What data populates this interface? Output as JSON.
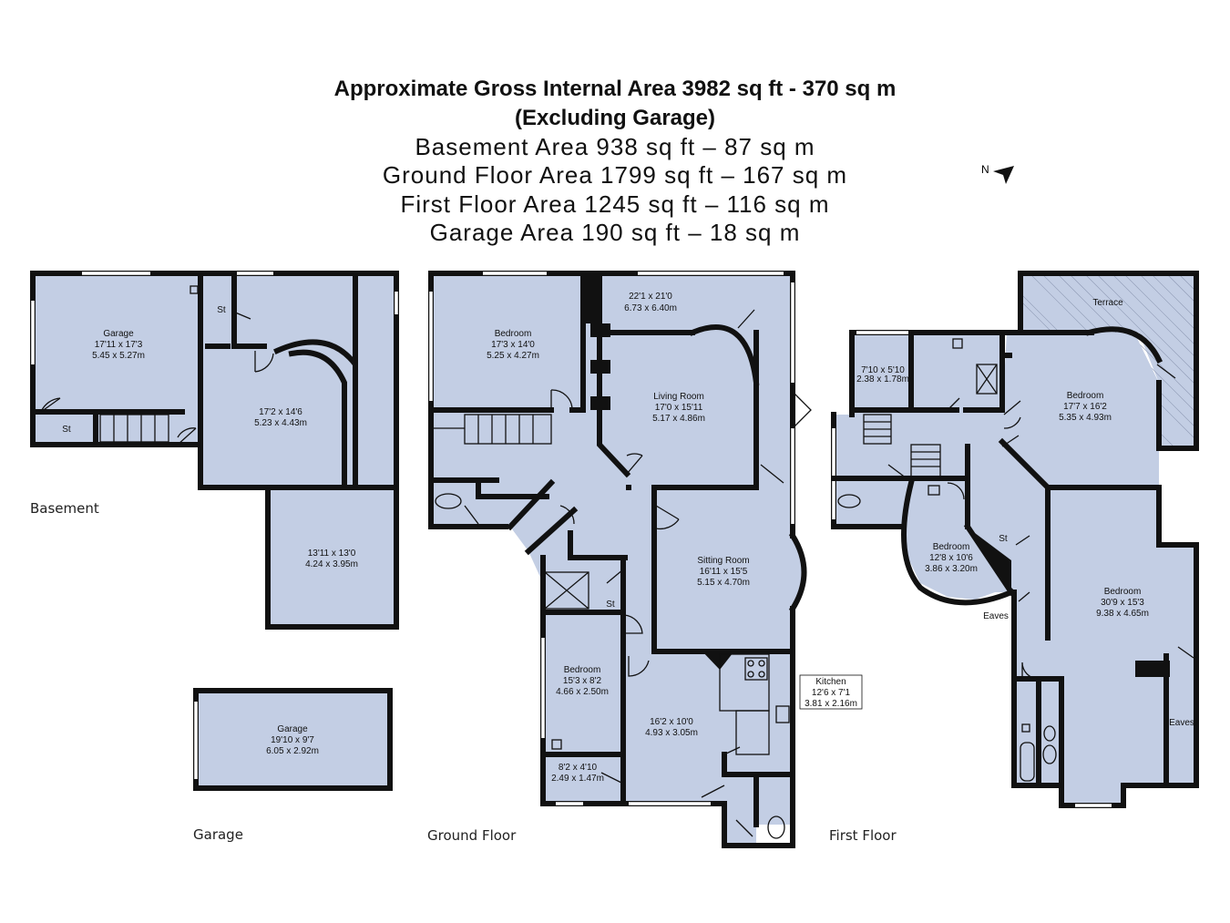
{
  "header": {
    "line1": "Approximate Gross Internal Area 3982 sq ft - 370 sq m",
    "line2": "(Excluding Garage)",
    "line3": "Basement Area 938 sq ft – 87 sq m",
    "line4": "Ground Floor Area 1799 sq ft – 167 sq m",
    "line5": "First Floor Area 1245 sq ft – 116 sq m",
    "line6": "Garage Area 190 sq ft – 18 sq m"
  },
  "compass": {
    "label": "N",
    "icon": "north-arrow-icon"
  },
  "floor_labels": {
    "basement": "Basement",
    "garage": "Garage",
    "ground": "Ground Floor",
    "first": "First Floor"
  },
  "basement": {
    "garage_name": "Garage",
    "garage_imp": "17'11 x 17'3",
    "garage_met": "5.45 x 5.27m",
    "st1": "St",
    "st2": "St",
    "hall_imp": "17'2 x 14'6",
    "hall_met": "5.23 x 4.43m",
    "room_imp": "13'11 x 13'0",
    "room_met": "4.24 x 3.95m"
  },
  "garage_detached": {
    "name": "Garage",
    "imp": "19'10 x 9'7",
    "met": "6.05 x 2.92m"
  },
  "ground": {
    "bed1_name": "Bedroom",
    "bed1_imp": "17'3 x 14'0",
    "bed1_met": "5.25 x 4.27m",
    "top_imp": "22'1 x 21'0",
    "top_met": "6.73 x 6.40m",
    "living_name": "Living Room",
    "living_imp": "17'0 x 15'11",
    "living_met": "5.17 x 4.86m",
    "sitting_name": "Sitting Room",
    "sitting_imp": "16'11 x 15'5",
    "sitting_met": "5.15 x 4.70m",
    "st": "St",
    "bed2_name": "Bedroom",
    "bed2_imp": "15'3 x 8'2",
    "bed2_met": "4.66 x 2.50m",
    "dining_imp": "16'2 x 10'0",
    "dining_met": "4.93 x 3.05m",
    "small_imp": "8'2 x 4'10",
    "small_met": "2.49 x 1.47m",
    "kitchen_name": "Kitchen",
    "kitchen_imp": "12'6 x 7'1",
    "kitchen_met": "3.81 x 2.16m"
  },
  "first": {
    "terrace": "Terrace",
    "small_imp": "7'10 x 5'10",
    "small_met": "2.38 x 1.78m",
    "bed1_name": "Bedroom",
    "bed1_imp": "17'7 x 16'2",
    "bed1_met": "5.35 x 4.93m",
    "bed2_name": "Bedroom",
    "bed2_imp": "12'8 x 10'6",
    "bed2_met": "3.86 x 3.20m",
    "st": "St",
    "eaves1": "Eaves",
    "bed3_name": "Bedroom",
    "bed3_imp": "30'9 x 15'3",
    "bed3_met": "9.38 x 4.65m",
    "eaves2": "Eaves"
  }
}
